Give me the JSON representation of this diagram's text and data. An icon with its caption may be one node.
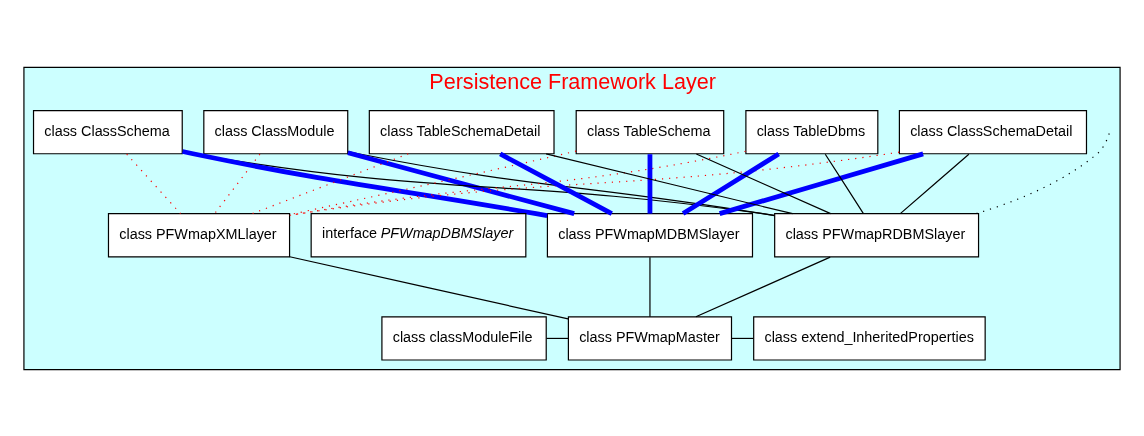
{
  "diagram": {
    "nodes": [
      {
        "text": [
          "Persistence Framework Layer"
        ]
      },
      {
        "text": [
          "class ClassModule"
        ],
        "in": 0
      },
      {
        "text": [
          "class ClassSchema"
        ],
        "in": 0
      },
      {
        "text": [
          "class ClassSchemaDetail"
        ],
        "in": 0
      },
      {
        "text": [
          "class TableDbms"
        ],
        "in": 0
      },
      {
        "text": [
          "class TableSchema"
        ],
        "in": 0
      },
      {
        "text": [
          "class TableSchemaDetail"
        ],
        "in": 0
      },
      {
        "text": [
          "interface *PFWmapDBMSlayer*"
        ],
        "in": 0
      },
      {
        "text": [
          "class PFWmapRDBMSlayer"
        ],
        "in": 0
      },
      {
        "text": [
          "class PFWmapMDBMSlayer"
        ],
        "in": 0
      },
      {
        "text": [
          "class PFWmapXMLlayer"
        ],
        "in": 0
      },
      {
        "text": [
          "class classModuleFile"
        ],
        "in": 0
      },
      {
        "text": [
          "class PFWmapMaster"
        ],
        "in": 0
      },
      {
        "text": [
          "class extend_InheritedProperties"
        ],
        "in": 0
      }
    ],
    "edges": [
      {
        "from": 1,
        "to": 8,
        "arrow": "none"
      },
      {
        "from": 2,
        "to": 8,
        "arrow": "none"
      },
      {
        "from": 3,
        "to": 8,
        "arrow": "none"
      },
      {
        "from": 4,
        "to": 8,
        "arrow": "none"
      },
      {
        "from": 5,
        "to": 8,
        "arrow": "none"
      },
      {
        "from": 6,
        "to": 8,
        "arrow": "none"
      },
      {
        "from": 1,
        "to": 9,
        "arrow": "none",
        "style": "thick",
        "color": "#0000ff"
      },
      {
        "from": 2,
        "to": 9,
        "arrow": "none",
        "style": "thick",
        "color": "#0000ff"
      },
      {
        "from": 3,
        "to": 9,
        "arrow": "none",
        "style": "thick",
        "color": "#0000ff"
      },
      {
        "from": 4,
        "to": 9,
        "arrow": "none",
        "style": "thick",
        "color": "#0000ff"
      },
      {
        "from": 5,
        "to": 9,
        "arrow": "none",
        "style": "thick",
        "color": "#0000ff"
      },
      {
        "from": 6,
        "to": 9,
        "arrow": "none",
        "style": "thick",
        "color": "#0000ff"
      },
      {
        "from": 1,
        "to": 10,
        "arrow": "none",
        "style": "dashed",
        "color": "#ff0000"
      },
      {
        "from": 2,
        "to": 10,
        "arrow": "none",
        "style": "dashed",
        "color": "#ff0000"
      },
      {
        "from": 3,
        "to": 10,
        "arrow": "none",
        "style": "dashed",
        "color": "#ff0000"
      },
      {
        "from": 4,
        "to": 10,
        "arrow": "none",
        "style": "dashed",
        "color": "#ff0000"
      },
      {
        "from": 5,
        "to": 10,
        "arrow": "none",
        "style": "dashed",
        "color": "#ff0000"
      },
      {
        "from": 6,
        "to": 10,
        "arrow": "none",
        "style": "dashed",
        "color": "#ff0000"
      },
      {
        "from": null,
        "to": 8,
        "arrow": "none",
        "style": "dashed"
      },
      {
        "from": 8,
        "to": 12,
        "arrow": "none"
      },
      {
        "from": 9,
        "to": 12,
        "arrow": "none"
      },
      {
        "from": 10,
        "to": 12,
        "arrow": "none"
      },
      {
        "from": 11,
        "to": 12,
        "arrow": "none"
      },
      {
        "from": 12,
        "to": 13,
        "arrow": "none"
      }
    ]
  }
}
